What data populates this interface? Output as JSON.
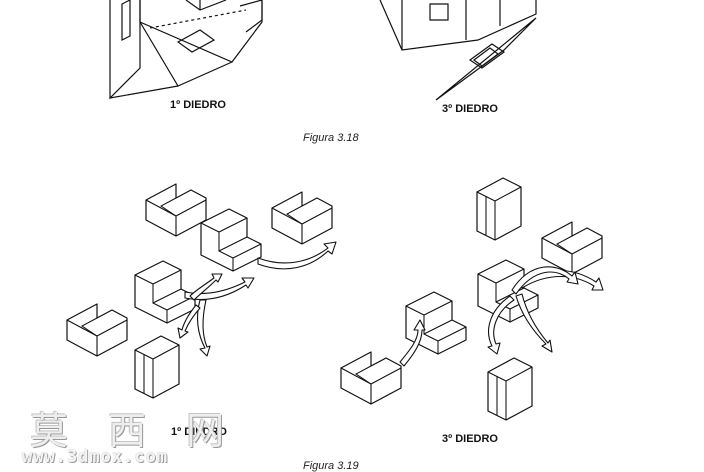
{
  "figure_top": {
    "label_left": "1º DIEDRO",
    "label_right": "3º DIEDRO",
    "caption": "Figura 3.18"
  },
  "figure_bottom": {
    "label_left": "1º DIEDRO",
    "label_right": "3º DIEDRO",
    "caption": "Figura 3.19"
  },
  "watermark": {
    "chinese": "莫 西 网",
    "url": "www.3dmox.com"
  },
  "colors": {
    "ink": "#111111",
    "background": "#ffffff"
  }
}
